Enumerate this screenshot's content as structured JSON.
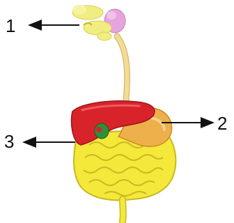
{
  "callouts": [
    {
      "number": "1"
    },
    {
      "number": "2"
    },
    {
      "number": "3"
    }
  ],
  "colors": {
    "salivary": "#f0ee80",
    "salivary_pink": "#e6a4dc",
    "esophagus": "#f2dc96",
    "liver": "#d8232a",
    "stomach": "#eeb04a",
    "gallbladder": "#2f8f3a",
    "intestine": "#f4e83a",
    "intestine_shadow": "#c9b820",
    "arrow": "#111111"
  }
}
